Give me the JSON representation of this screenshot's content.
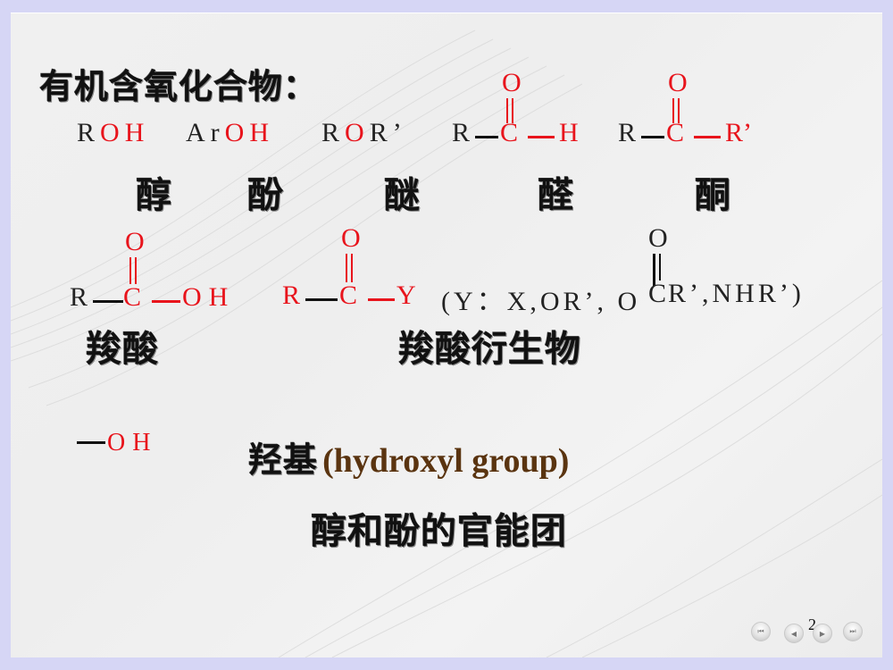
{
  "slide": {
    "title": "有机含氧化合物：",
    "row1": {
      "alcohol": {
        "formula_parts": [
          "R",
          "O",
          "H"
        ],
        "name": "醇"
      },
      "phenol": {
        "formula_parts": [
          "Ar",
          "O",
          "H"
        ],
        "name": "酚"
      },
      "ether": {
        "formula_parts": [
          "R",
          "O",
          "R’"
        ],
        "name": "醚"
      },
      "aldehyde": {
        "top": "O",
        "left": "R",
        "center": "C",
        "right": "H",
        "name": "醛"
      },
      "ketone": {
        "top": "O",
        "left": "R",
        "center": "C",
        "right": "R’",
        "name": "酮"
      }
    },
    "row2": {
      "carboxylic_acid": {
        "top": "O",
        "left": "R",
        "center": "C",
        "right": "OH",
        "name": "羧酸"
      },
      "acid_derivative": {
        "top": "O",
        "left": "R",
        "center": "C",
        "right": "Y",
        "name": "羧酸衍生物"
      },
      "y_note": {
        "prefix": "(Y：X,OR’, O",
        "c": "C",
        "top": "O",
        "suffix": "R’,NHR’)"
      }
    },
    "hydroxyl": {
      "formula": "OH",
      "cn_label": "羟基",
      "en_label": "(hydroxyl group)",
      "description": "醇和酚的官能团"
    },
    "page_number": "2",
    "nav": {
      "first": "first-slide",
      "prev": "previous-slide",
      "next": "next-slide",
      "last": "last-slide"
    },
    "colors": {
      "frame": "#d6d6f5",
      "accent_red": "#e8141c",
      "english_brown": "#5a3410",
      "text": "#111111"
    }
  }
}
